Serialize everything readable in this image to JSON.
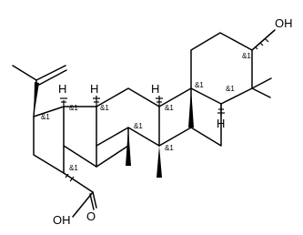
{
  "molecule": {
    "atoms": {
      "hydroxyl": "OH",
      "acid": "OH",
      "carbonyl_o": "O",
      "h_ring_a_top": "H",
      "h_ring_b_top": "H",
      "h_ring_e": "H",
      "h_ring_c": "H"
    },
    "stereo_label": "&1"
  }
}
